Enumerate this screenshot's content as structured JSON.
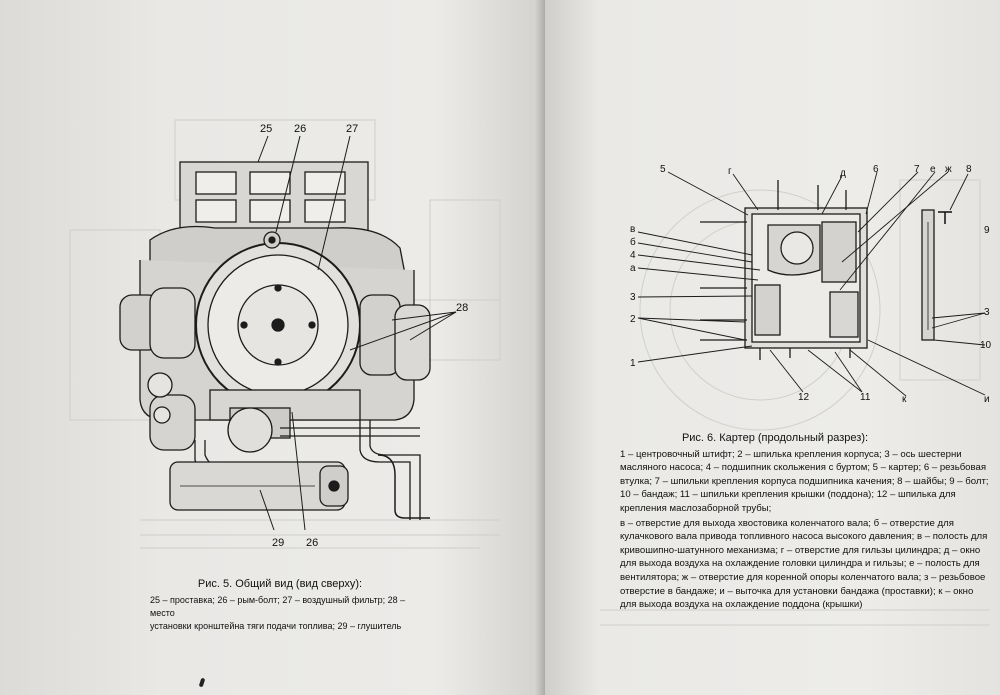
{
  "figure5": {
    "labels": {
      "l25": "25",
      "l26_top": "26",
      "l27": "27",
      "l28": "28",
      "l29": "29",
      "l26_bottom": "26"
    },
    "caption_title": "Рис. 5. Общий вид (вид сверху):",
    "caption_line1": "25 – проставка; 26 – рым-болт; 27 – воздушный фильтр; 28 – место",
    "caption_line2": "установки кронштейна тяги подачи топлива; 29 – глушитель"
  },
  "figure6": {
    "labels": {
      "l5": "5",
      "lg": "г",
      "ld": "д",
      "l6": "6",
      "l7": "7",
      "le": "е",
      "lzh": "ж",
      "l8": "8",
      "l9": "9",
      "lv": "в",
      "lb": "б",
      "l4": "4",
      "la": "а",
      "l3_left": "3",
      "l2": "2",
      "l1": "1",
      "l12": "12",
      "l11": "11",
      "lk": "к",
      "li": "и",
      "l3_right": "3",
      "l10": "10"
    },
    "caption_title": "Рис. 6. Картер (продольный разрез):",
    "caption_para1": "1 – центровочный штифт; 2 – шпилька крепления корпуса; 3 – ось шестерни масляного насоса; 4 – подшипник скольжения с буртом; 5 – картер; 6 – резьбовая втулка; 7 – шпильки крепления корпуса подшипника качения; 8 – шайбы; 9 – болт; 10 – бандаж; 11 – шпильки крепления крышки (поддона); 12 – шпилька для крепления маслозаборной трубы;",
    "caption_para2": "в – отверстие для выхода хвостовика коленчатого вала; б – отверстие для кулачкового вала привода топливного насоса высокого давления; в – полость для кривошипно-шатунного механизма; г – отверстие для гильзы цилиндра; д – окно для выхода воздуха на охлаждение головки цилиндра и гильзы; е – полость для вентилятора; ж – отверстие для коренной опоры коленчатого вала; з – резьбовое отверстие в бандаже; и – выточка для установки бандажа (проставки); к – окно для выхода воздуха на охлаждение поддона (крышки)"
  },
  "colors": {
    "ink": "#1a1a1a",
    "paper_left": "#ecebe8",
    "paper_right": "#edece9",
    "ghost": "#c9c8c4"
  }
}
